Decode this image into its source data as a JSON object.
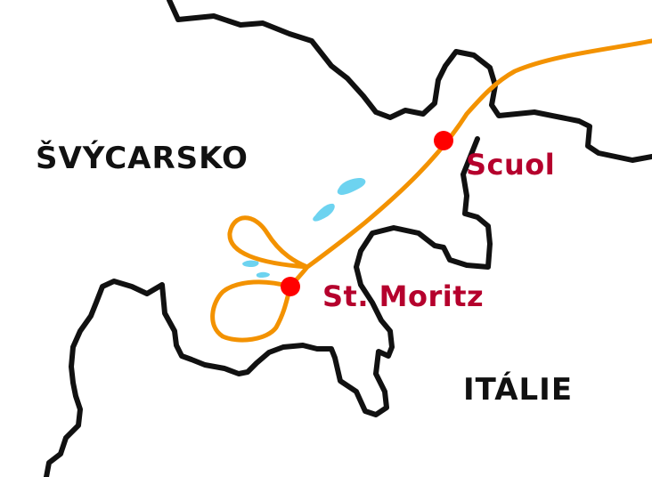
{
  "colors": {
    "border": "#111111",
    "route": "#f39200",
    "city_marker": "#ff0000",
    "city_label": "#b5002d",
    "lake": "#6dd3f0",
    "background": "#ffffff"
  },
  "countries": [
    {
      "id": "switzerland",
      "label": "ŠVÝCARSKO"
    },
    {
      "id": "italy",
      "label": "ITÁLIE"
    }
  ],
  "cities": [
    {
      "id": "scuol",
      "label": "Scuol"
    },
    {
      "id": "st-moritz",
      "label": "St. Moritz"
    }
  ]
}
